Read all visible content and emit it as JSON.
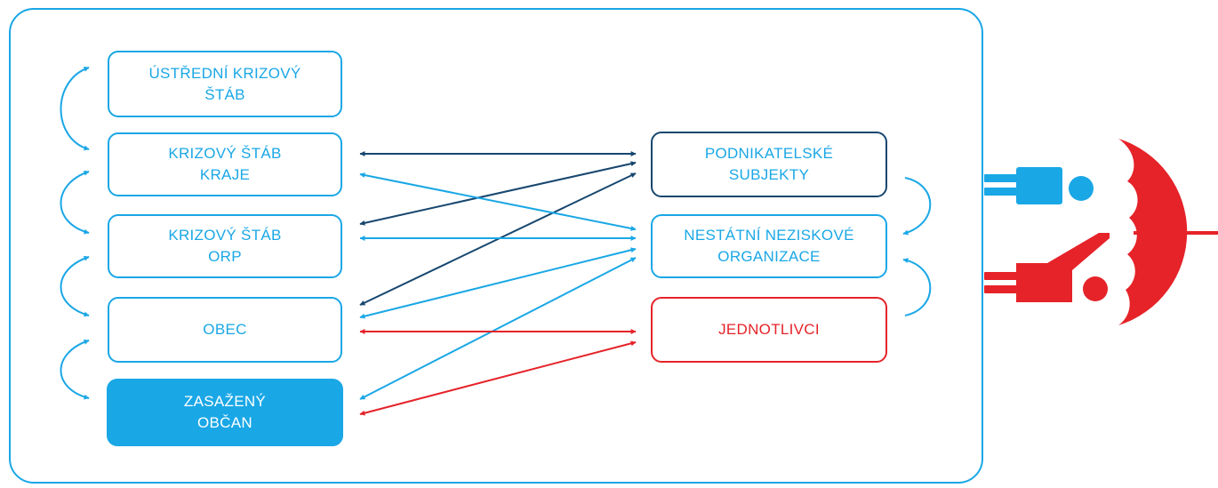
{
  "colors": {
    "accent": "#1aa7e6",
    "dark": "#16466e",
    "red": "#e52329"
  },
  "nodes": {
    "ustredni": "ÚSTŘEDNÍ KRIZOVÝ\nŠTÁB",
    "kraj": "KRIZOVÝ ŠTÁB\nKRAJE",
    "orp": "KRIZOVÝ ŠTÁB\nORP",
    "obec": "OBEC",
    "obcan": "ZASAŽENÝ\nOBČAN",
    "podnik": "PODNIKATELSKÉ\nSUBJEKTY",
    "nno": "NESTÁTNÍ NEZISKOVÉ\nORGANIZACE",
    "jedn": "JEDNOTLIVCI"
  },
  "icons": [
    "person-lying-icon",
    "person-reaching-icon",
    "umbrella-icon"
  ]
}
